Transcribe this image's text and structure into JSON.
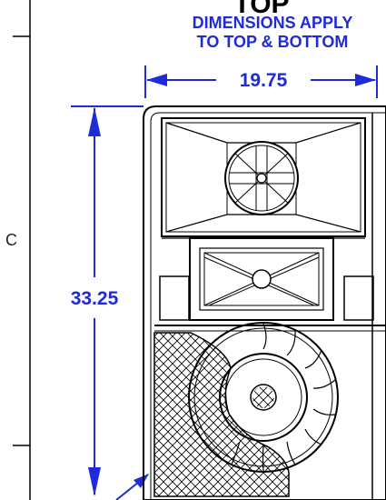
{
  "view_title": "TOP",
  "note_line1": "DIMENSIONS APPLY",
  "note_line2": "TO TOP & BOTTOM",
  "zone_marker": "C",
  "dimensions": {
    "width": "19.75",
    "height": "33.25"
  },
  "colors": {
    "dimension": "#1f2bd6",
    "outline": "#000000",
    "background": "#ffffff"
  }
}
